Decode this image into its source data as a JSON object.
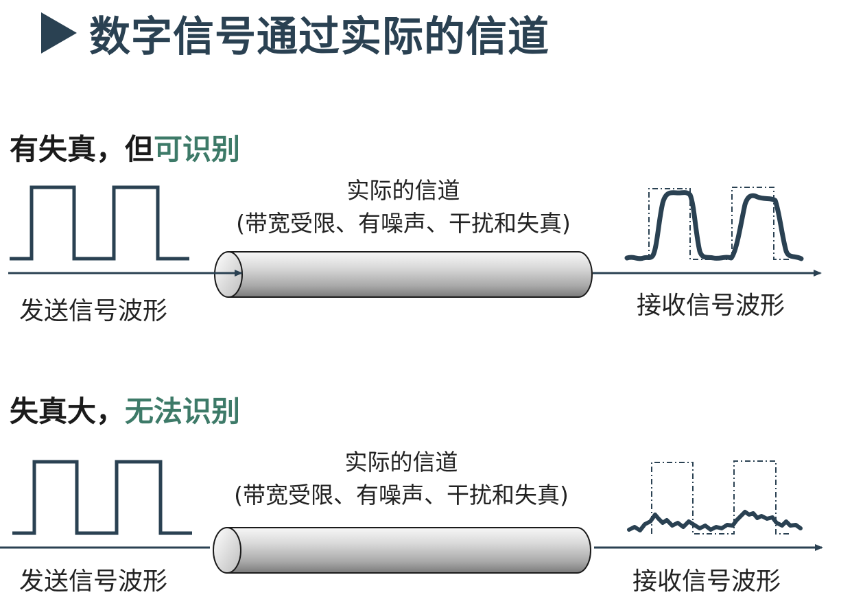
{
  "title": "数字信号通过实际的信道",
  "colors": {
    "title": "#2a4152",
    "waveform": "#2a4152",
    "highlight": "#3d7a68",
    "text": "#222222"
  },
  "icons": {
    "title_marker": "triangle-right-icon"
  },
  "cases": [
    {
      "heading_prefix": "有失真，但",
      "heading_highlight": "可识别",
      "channel_label_line1": "实际的信道",
      "channel_label_line2": "(带宽受限、有噪声、干扰和失真)",
      "send_label": "发送信号波形",
      "receive_label": "接收信号波形",
      "received_level": "distorted but recognizable"
    },
    {
      "heading_prefix": "失真大，",
      "heading_highlight": "无法识别",
      "channel_label_line1": "实际的信道",
      "channel_label_line2": "(带宽受限、有噪声、干扰和失真)",
      "send_label": "发送信号波形",
      "receive_label": "接收信号波形",
      "received_level": "heavily distorted, unrecognizable"
    }
  ]
}
